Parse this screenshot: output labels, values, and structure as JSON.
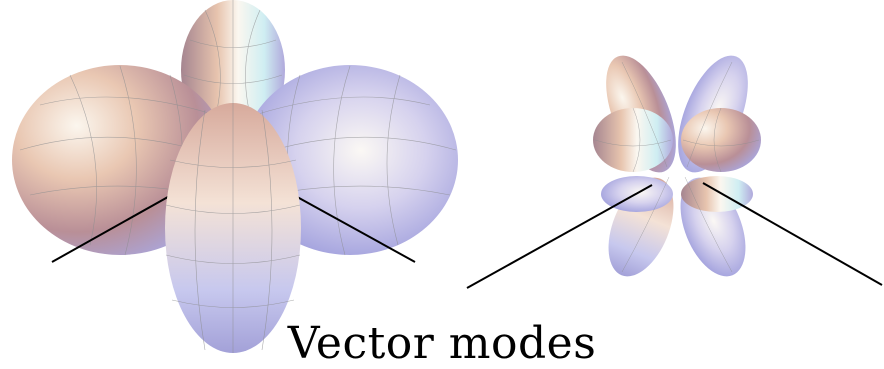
{
  "caption": "Vector modes",
  "figures": [
    {
      "name": "large-lobed-pattern",
      "lobes": 4
    },
    {
      "name": "small-lobed-pattern",
      "lobes": 8
    }
  ],
  "colors": {
    "lobe_light": "#fbf6ee",
    "lobe_peach": "#e9c7b2",
    "lobe_rose": "#b98f97",
    "lobe_blue": "#a9a8e2",
    "lobe_cyan": "#cfeef2",
    "mesh": "#8c8d8f",
    "axis": "#000000"
  }
}
